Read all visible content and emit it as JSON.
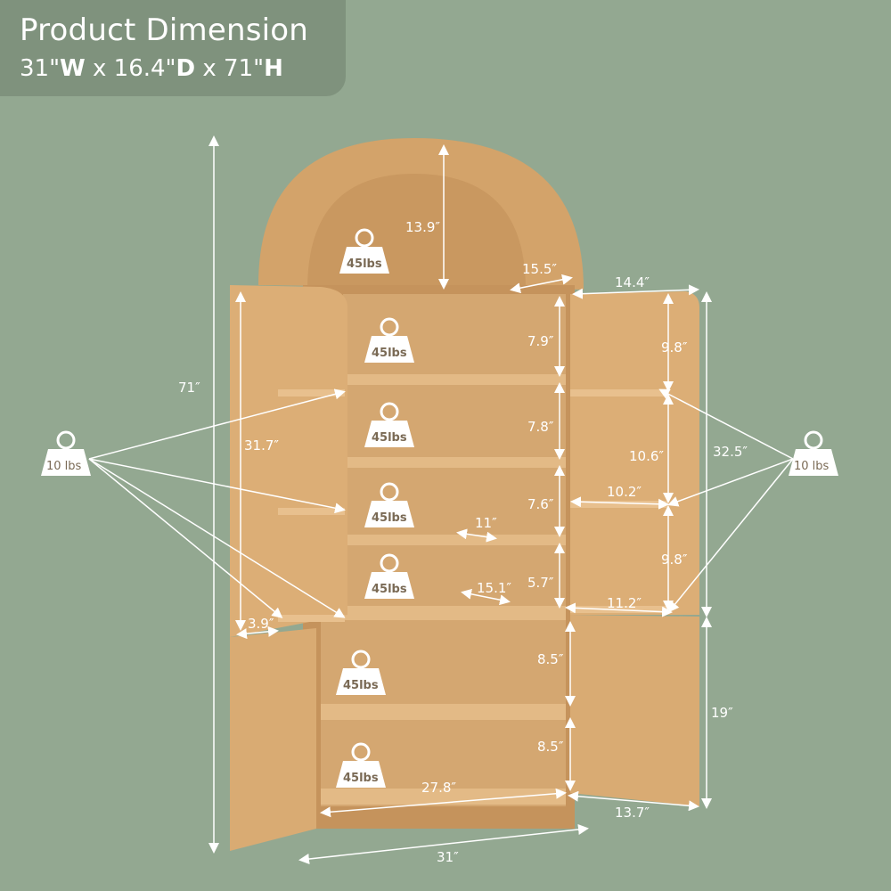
{
  "header": {
    "title": "Product Dimension",
    "width_value": "31\"",
    "width_unit": "W",
    "depth_value": "16.4\"",
    "depth_unit": "D",
    "height_value": "71\"",
    "height_unit": "H",
    "sep": " x "
  },
  "colors": {
    "background": "#93a891",
    "header_panel": "#7f927d",
    "wood": "#d8aa73",
    "text": "#ffffff"
  },
  "dimensions": {
    "total_height": "71″",
    "arch_height": "13.9″",
    "arch_depth": "15.5″",
    "door_top_width": "14.4″",
    "shelf1": "7.9″",
    "shelf2": "7.8″",
    "shelf3": "7.6″",
    "shelf3_depth": "11″",
    "shelf4": "5.7″",
    "shelf4_depth": "15.1″",
    "door_r_1": "9.8″",
    "door_r_2": "10.6″",
    "door_r_shelf": "10.2″",
    "door_r_3": "9.8″",
    "door_r_bottom": "11.2″",
    "upper_door_height": "32.5″",
    "left_door_height": "31.7″",
    "left_door_depth": "3.9″",
    "lower1": "8.5″",
    "lower2": "8.5″",
    "inner_width": "27.8″",
    "lower_door_height": "19″",
    "lower_door_width": "13.7″",
    "total_width": "31″"
  },
  "weights": {
    "shelf": "45lbs",
    "door": "10 lbs"
  }
}
